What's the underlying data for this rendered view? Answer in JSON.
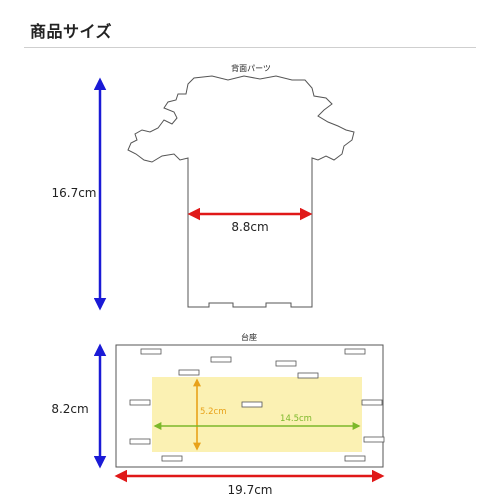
{
  "page": {
    "title": "商品サイズ"
  },
  "back_part": {
    "label": "背面パーツ",
    "height": "16.7cm",
    "width": "8.8cm"
  },
  "base_part": {
    "label": "台座",
    "height": "8.2cm",
    "width": "19.7cm",
    "area_height": "5.2cm",
    "area_width": "14.5cm"
  },
  "colors": {
    "vertical_arrow": "#1a1ad6",
    "horizontal_arrow": "#e01818",
    "area_fill": "#fbf1b3",
    "area_height_arrow": "#e8a21a",
    "area_width_arrow": "#7cb82a",
    "outline": "#555555"
  }
}
